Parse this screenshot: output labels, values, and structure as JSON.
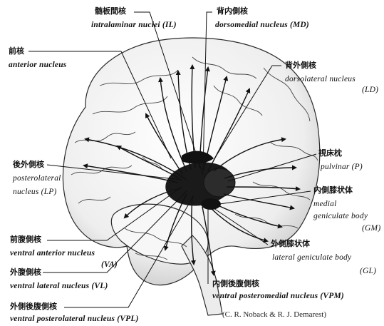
{
  "labels": {
    "intralaminar": {
      "jp": "髄板間核",
      "en": "intralaminar nuclei (IL)"
    },
    "dorsomedial": {
      "jp": "背内側核",
      "en": "dorsomedial nucleus (MD)"
    },
    "anterior": {
      "jp": "前核",
      "en": "anterior nucleus"
    },
    "dorsolateral": {
      "jp": "背外側核",
      "en1": "dorsolateral nucleus",
      "en2": "(LD)"
    },
    "pulvinar": {
      "jp": "視床枕",
      "en": "pulvinar (P)"
    },
    "lateral_posterior": {
      "jp": "後外側核",
      "en1": "posterolateral",
      "en2": "nucleus (LP)"
    },
    "medial_geniculate": {
      "jp": "内側膝状体",
      "en1": "medial",
      "en2": "geniculate body",
      "en3": "(GM)"
    },
    "ventral_anterior": {
      "jp": "前腹側核",
      "en1": "ventral anterior nucleus",
      "en2": "(VA)"
    },
    "lateral_geniculate": {
      "jp": "外側膝状体",
      "en1": "lateral geniculate body",
      "en2": "(GL)"
    },
    "ventral_lateral": {
      "jp": "外腹側核",
      "en": "ventral lateral nucleus (VL)"
    },
    "ventral_posteromedial": {
      "jp": "内側後腹側核",
      "en": "ventral posteromedial nucleus (VPM)"
    },
    "ventral_posterolateral": {
      "jp": "外側後腹側核",
      "en": "ventral posterolateral nucleus (VPL)"
    }
  },
  "credit": "(C. R. Noback & R. J. Demarest)",
  "colors": {
    "ink": "#111111",
    "brain_fill": "#f4f4f4",
    "brain_line": "#2a2a2a",
    "thalamus": "#1a1a1a"
  }
}
